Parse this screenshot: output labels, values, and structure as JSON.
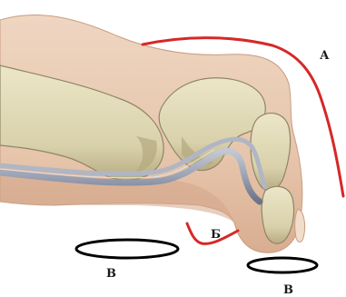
{
  "labels": {
    "a": "А",
    "b": "Б",
    "v1": "В",
    "v2": "В"
  },
  "colors": {
    "skin": "#e9cdb7",
    "skin_shadow": "#d7ad92",
    "bone": "#e2dcbc",
    "bone_shadow": "#b9ae84",
    "bone_outline": "#8f8665",
    "tendon": "#9aa2b4",
    "tendon_dark": "#6c7386",
    "nail": "#f0d8c8",
    "marker_red": "#d62828",
    "marker_black": "#000000"
  },
  "icons": [
    "finger-anatomy",
    "red-marker-arc",
    "contact-ellipse"
  ]
}
